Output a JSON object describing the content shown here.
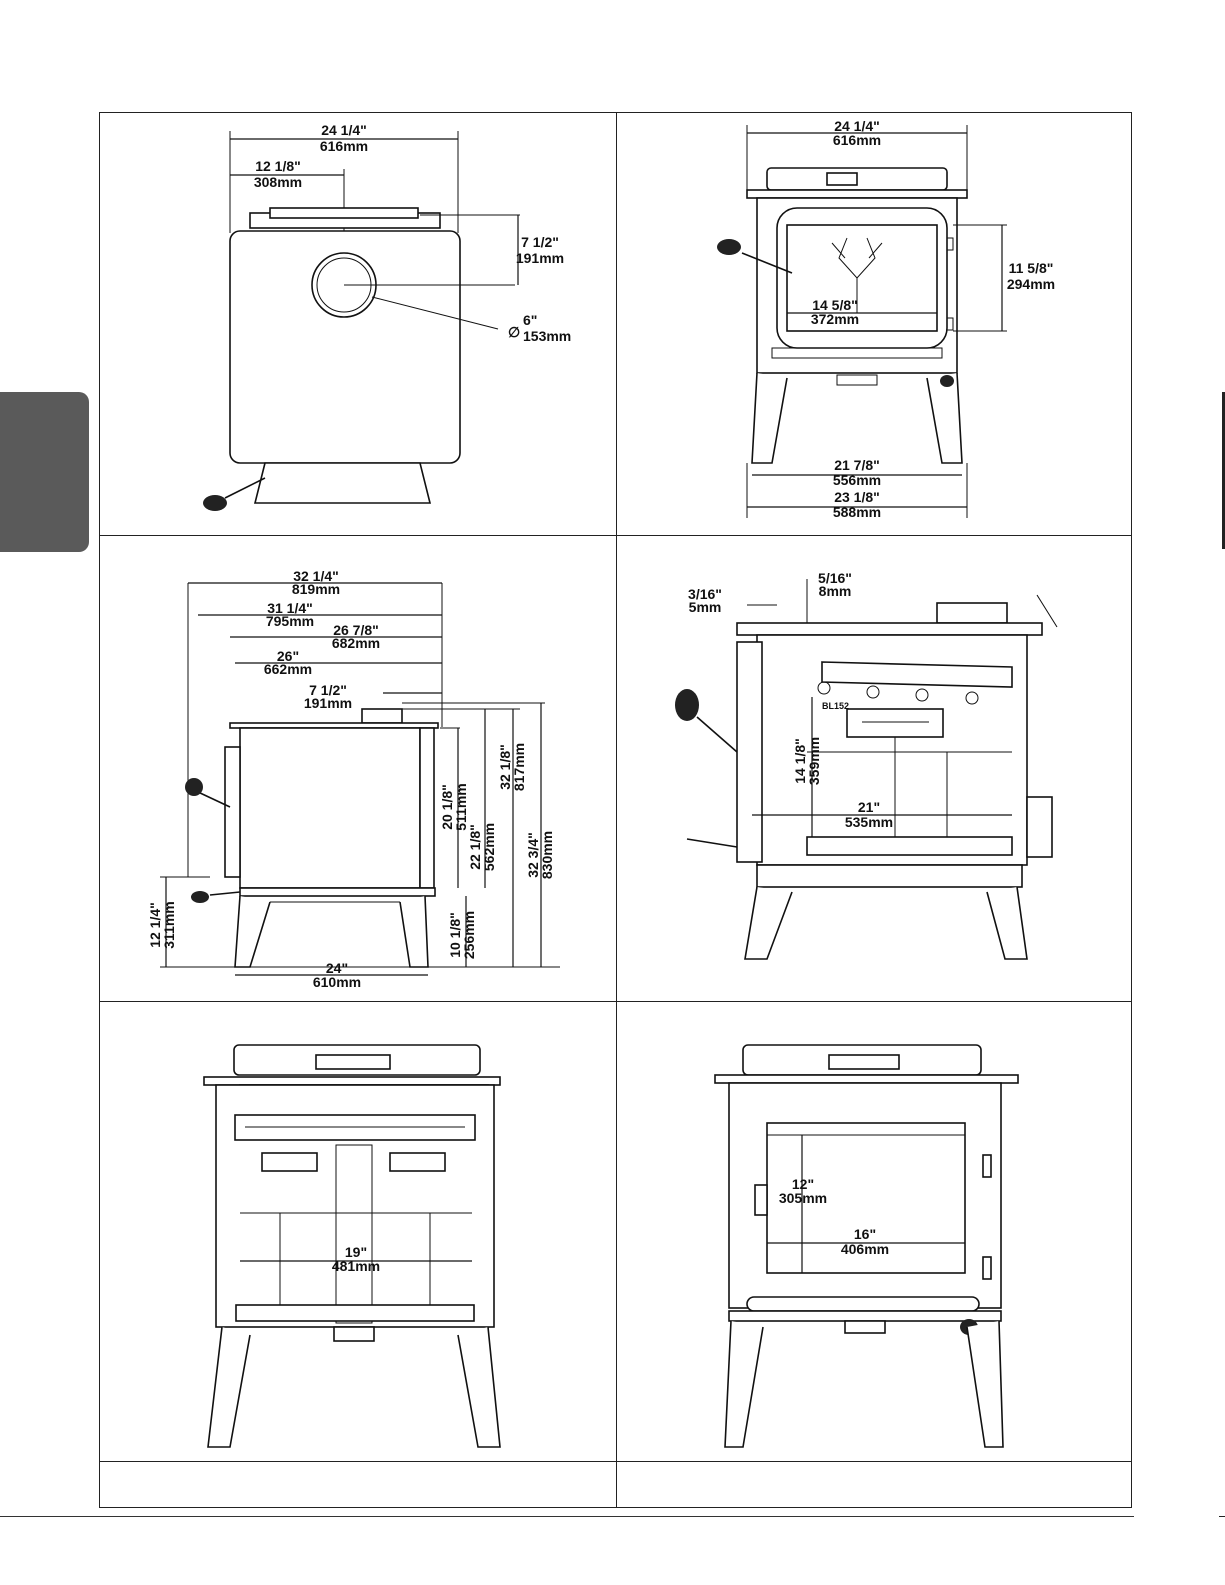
{
  "views": {
    "top": {
      "width": [
        "24 1/4\"",
        "616mm"
      ],
      "center": [
        "12 1/8\"",
        "308mm"
      ],
      "depth_to_flue": [
        "7 1/2\"",
        "191mm"
      ],
      "flue_diameter": [
        "6\"",
        "153mm"
      ],
      "diameter_symbol": "∅"
    },
    "front": {
      "width": [
        "24 1/4\"",
        "616mm"
      ],
      "door_height": [
        "11 5/8\"",
        "294mm"
      ],
      "door_width": [
        "14 5/8\"",
        "372mm"
      ],
      "leg_inner": [
        "21 7/8\"",
        "556mm"
      ],
      "leg_outer": [
        "23 1/8\"",
        "588mm"
      ]
    },
    "side": {
      "overall_depth": [
        "32 1/4\"",
        "819mm"
      ],
      "depth_2": [
        "31 1/4\"",
        "795mm"
      ],
      "depth_3": [
        "26 7/8\"",
        "682mm"
      ],
      "depth_4": [
        "26\"",
        "662mm"
      ],
      "flue_from_back": [
        "7 1/2\"",
        "191mm"
      ],
      "body_height": [
        "20 1/8\"",
        "511mm"
      ],
      "height_2": [
        "22 1/8\"",
        "562mm"
      ],
      "flue_height": [
        "32 1/8\"",
        "817mm"
      ],
      "overall_height": [
        "32 3/4\"",
        "830mm"
      ],
      "handle_height": [
        "12 1/4\"",
        "311mm"
      ],
      "leg_height": [
        "10 1/8\"",
        "256mm"
      ],
      "leg_spread": [
        "24\"",
        "610mm"
      ]
    },
    "section_side": {
      "clear_back": [
        "3/16\"",
        "5mm"
      ],
      "clear_top": [
        "5/16\"",
        "8mm"
      ],
      "firebox_height": [
        "14 1/8\"",
        "359mm"
      ],
      "firebox_depth": [
        "21\"",
        "535mm"
      ],
      "tube_label": "BL152"
    },
    "section_front": {
      "firebox_width": [
        "19\"",
        "481mm"
      ]
    },
    "front_open": {
      "opening_height": [
        "12\"",
        "305mm"
      ],
      "opening_width": [
        "16\"",
        "406mm"
      ]
    }
  }
}
